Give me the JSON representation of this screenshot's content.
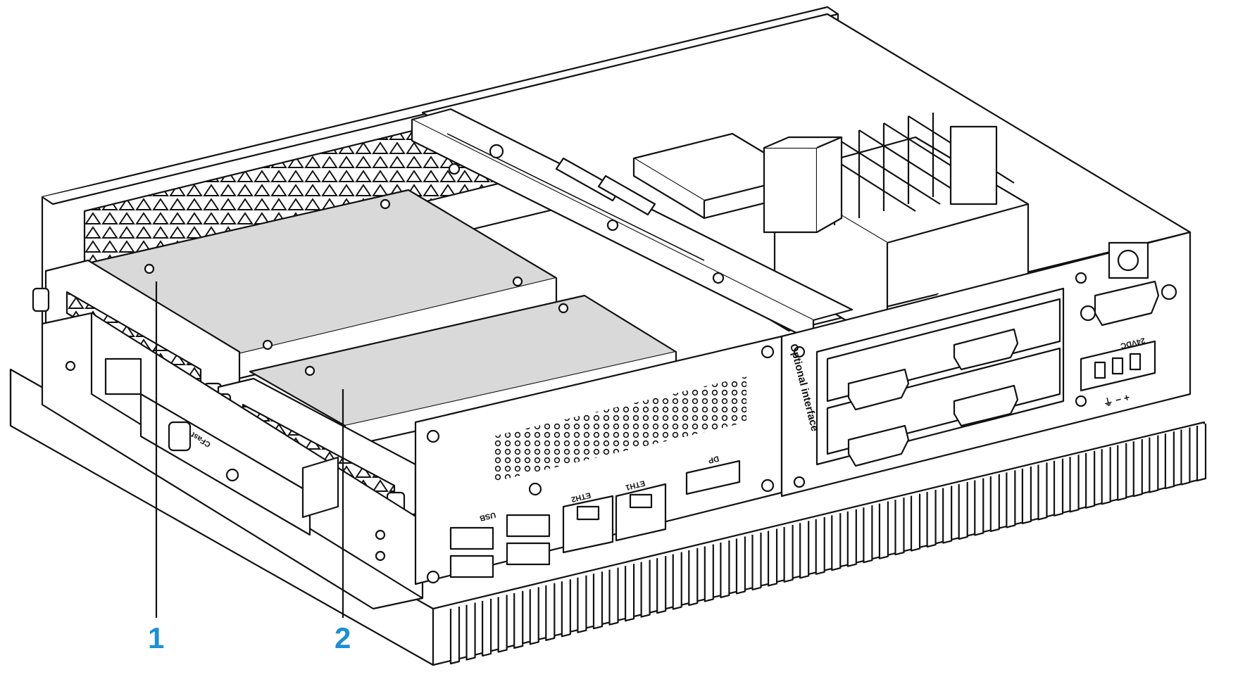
{
  "callouts": [
    {
      "number": "1"
    },
    {
      "number": "2"
    }
  ],
  "panel_labels": {
    "optional_interface": "Optional interface",
    "usb": "USB",
    "eth2": "ETH2",
    "eth1": "ETH1",
    "dp": "DP",
    "power": "24VDC",
    "polarity": "⏚ − +",
    "cfast": "CFast"
  },
  "colors": {
    "callout": "#1a8fd6",
    "line": "#111111",
    "drive_fill": "#d9d9d9",
    "body_fill": "#ffffff"
  }
}
